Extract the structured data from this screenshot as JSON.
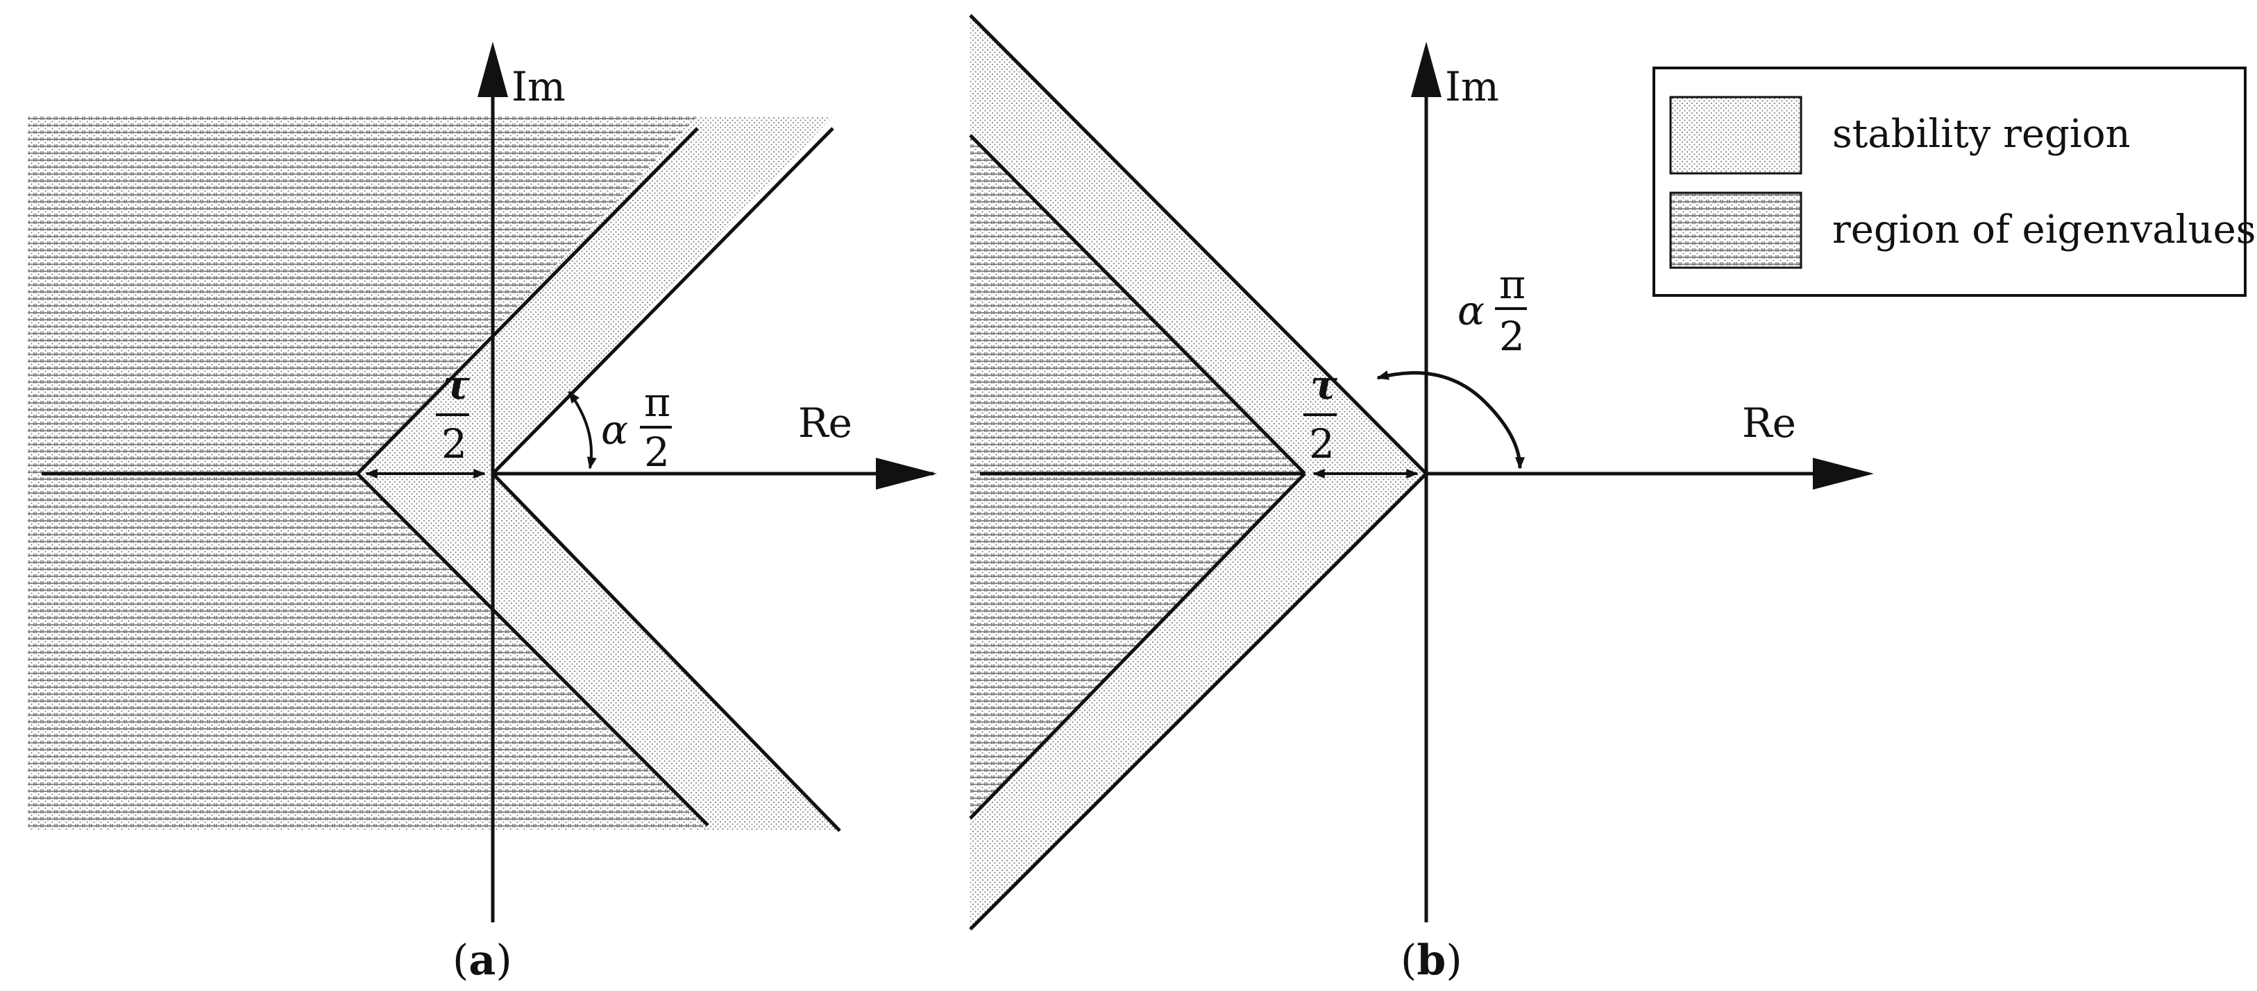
{
  "panels": [
    {
      "caption_open": "(",
      "caption_letter": "a",
      "caption_close": ")",
      "axis_im": "Im",
      "axis_re": "Re",
      "angle_label": {
        "coef": "α",
        "num": "π",
        "den": "2"
      },
      "offset_label": {
        "num": "τ",
        "den": "2"
      }
    },
    {
      "caption_open": "(",
      "caption_letter": "b",
      "caption_close": ")",
      "axis_im": "Im",
      "axis_re": "Re",
      "angle_label": {
        "coef": "α",
        "num": "π",
        "den": "2"
      },
      "offset_label": {
        "num": "τ",
        "den": "2"
      }
    }
  ],
  "legend": {
    "items": [
      {
        "label": "stability region",
        "pattern": "dots"
      },
      {
        "label": "region of eigenvalues",
        "pattern": "hlines"
      }
    ]
  },
  "colors": {
    "ink": "#111111",
    "dot": "#8a8a8a",
    "line": "#7a7a7a"
  }
}
